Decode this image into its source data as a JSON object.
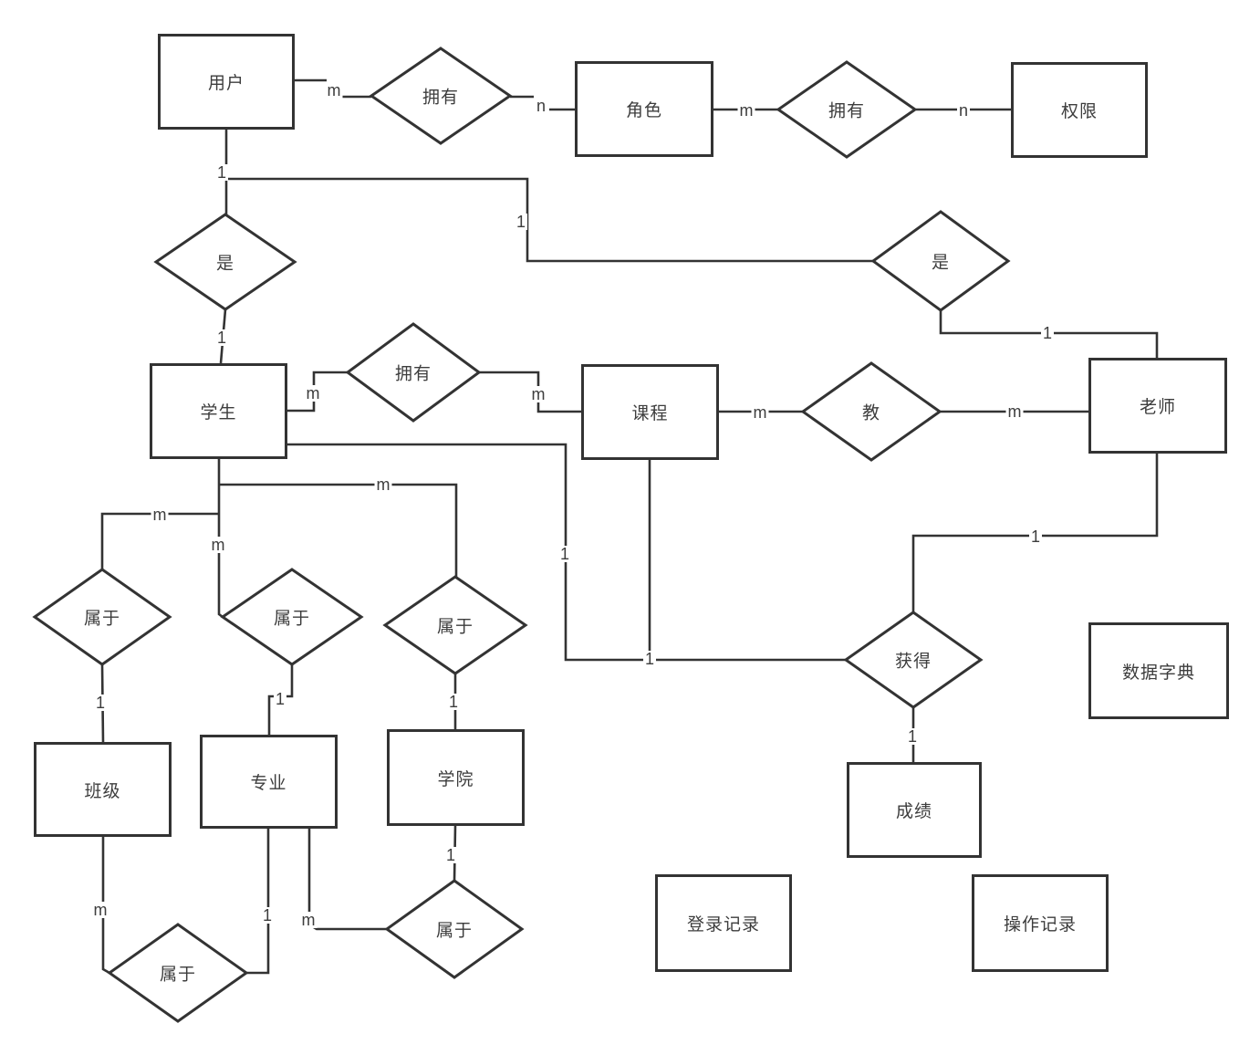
{
  "diagram": {
    "background_color": "#ffffff",
    "stroke_color": "#333333",
    "text_color": "#3d3d3d",
    "entities": [
      {
        "id": "user",
        "label": "用户"
      },
      {
        "id": "role",
        "label": "角色"
      },
      {
        "id": "permission",
        "label": "权限"
      },
      {
        "id": "student",
        "label": "学生"
      },
      {
        "id": "course",
        "label": "课程"
      },
      {
        "id": "teacher",
        "label": "老师"
      },
      {
        "id": "class",
        "label": "班级"
      },
      {
        "id": "major",
        "label": "专业"
      },
      {
        "id": "college",
        "label": "学院"
      },
      {
        "id": "score",
        "label": "成绩"
      },
      {
        "id": "data-dictionary",
        "label": "数据字典"
      },
      {
        "id": "login-record",
        "label": "登录记录"
      },
      {
        "id": "operation-record",
        "label": "操作记录"
      }
    ],
    "relationships": [
      {
        "id": "user-has-role",
        "label": "拥有"
      },
      {
        "id": "role-has-permission",
        "label": "拥有"
      },
      {
        "id": "user-is-student",
        "label": "是"
      },
      {
        "id": "user-is-teacher",
        "label": "是"
      },
      {
        "id": "student-has-course",
        "label": "拥有"
      },
      {
        "id": "teacher-teaches-course",
        "label": "教"
      },
      {
        "id": "student-belongs-class",
        "label": "属于"
      },
      {
        "id": "student-belongs-major",
        "label": "属于"
      },
      {
        "id": "student-belongs-college",
        "label": "属于"
      },
      {
        "id": "course-obtains-score",
        "label": "获得"
      },
      {
        "id": "class-belongs-major",
        "label": "属于"
      },
      {
        "id": "major-belongs-college",
        "label": "属于"
      }
    ],
    "cardinalities": [
      {
        "text": "m"
      },
      {
        "text": "n"
      },
      {
        "text": "m"
      },
      {
        "text": "n"
      },
      {
        "text": "1"
      },
      {
        "text": "1"
      },
      {
        "text": "1"
      },
      {
        "text": "1"
      },
      {
        "text": "m"
      },
      {
        "text": "m"
      },
      {
        "text": "m"
      },
      {
        "text": "m"
      },
      {
        "text": "1"
      },
      {
        "text": "1"
      },
      {
        "text": "1"
      },
      {
        "text": "1"
      },
      {
        "text": "m"
      },
      {
        "text": "m"
      },
      {
        "text": "m"
      },
      {
        "text": "1"
      },
      {
        "text": "1"
      },
      {
        "text": "1"
      },
      {
        "text": "m"
      },
      {
        "text": "1"
      },
      {
        "text": "m"
      },
      {
        "text": "1"
      }
    ]
  }
}
